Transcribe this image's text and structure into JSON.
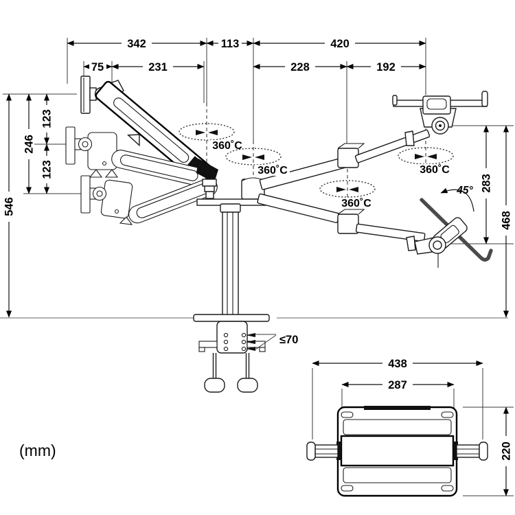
{
  "figure": {
    "unit_label": "(mm)",
    "dims": {
      "d342": "342",
      "d113": "113",
      "d420": "420",
      "d75": "75",
      "d231": "231",
      "d228": "228",
      "d192": "192",
      "d123_top": "123",
      "d246": "246",
      "d123_bottom": "123",
      "d546": "546",
      "d283": "283",
      "d468": "468",
      "d438": "438",
      "d287": "287",
      "d220": "220",
      "clamp_thickness": "≤70"
    },
    "annotations": {
      "rotation_1": "360˚C",
      "rotation_2": "360˚C",
      "rotation_3": "360˚C",
      "rotation_4": "360˚C",
      "tilt": "45°"
    }
  }
}
